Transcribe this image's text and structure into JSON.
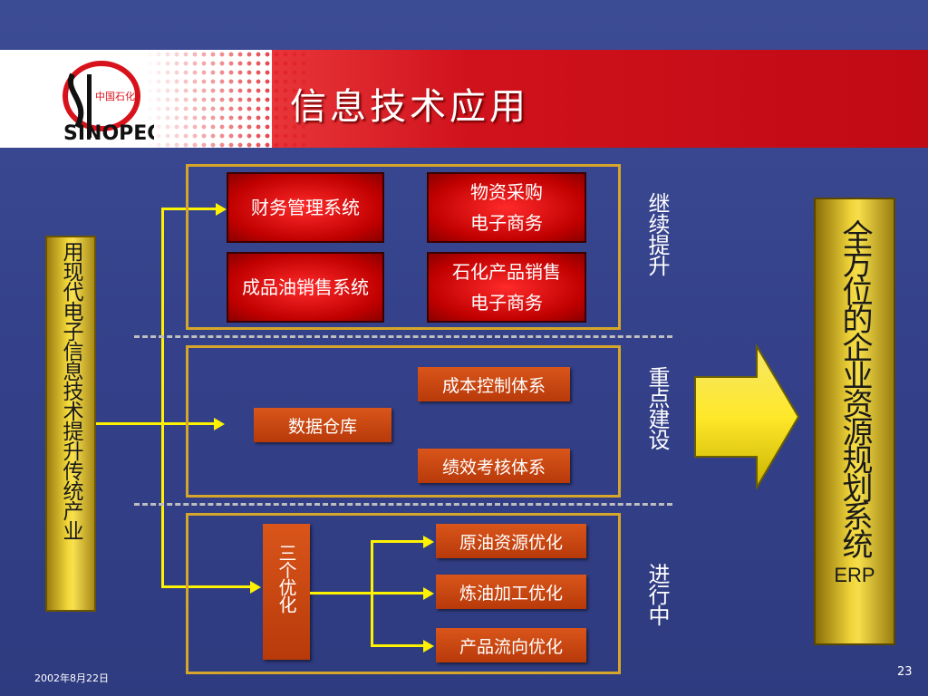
{
  "header": {
    "title": "信息技术应用"
  },
  "logo": {
    "name": "SINOPEC",
    "chinese": "中国石化",
    "icon": "sinopec-logo"
  },
  "left_label": "用现代电子信息技术提升传统产业",
  "section1": {
    "boxes": [
      "财务管理系统",
      "物资采购\n电子商务",
      "成品油销售系统",
      "石化产品销售\n电子商务"
    ],
    "label": "继续提升"
  },
  "section2": {
    "center": "数据仓库",
    "boxes": [
      "成本控制体系",
      "绩效考核体系"
    ],
    "label": "重点建设"
  },
  "section3": {
    "center": "三个优化",
    "boxes": [
      "原油资源优化",
      "炼油加工优化",
      "产品流向优化"
    ],
    "label": "进行中"
  },
  "result": {
    "text": "全方位的企业资源规划系统",
    "abbr": "ERP"
  },
  "footer": {
    "date": "2002年8月22日",
    "page": "23"
  },
  "colors": {
    "background": "#3c4c94",
    "header_red": "#d0121c",
    "frame_gold": "#d6a62a",
    "connector": "#fff200",
    "box_red": "#c00000",
    "box_orange": "#c0440e"
  }
}
